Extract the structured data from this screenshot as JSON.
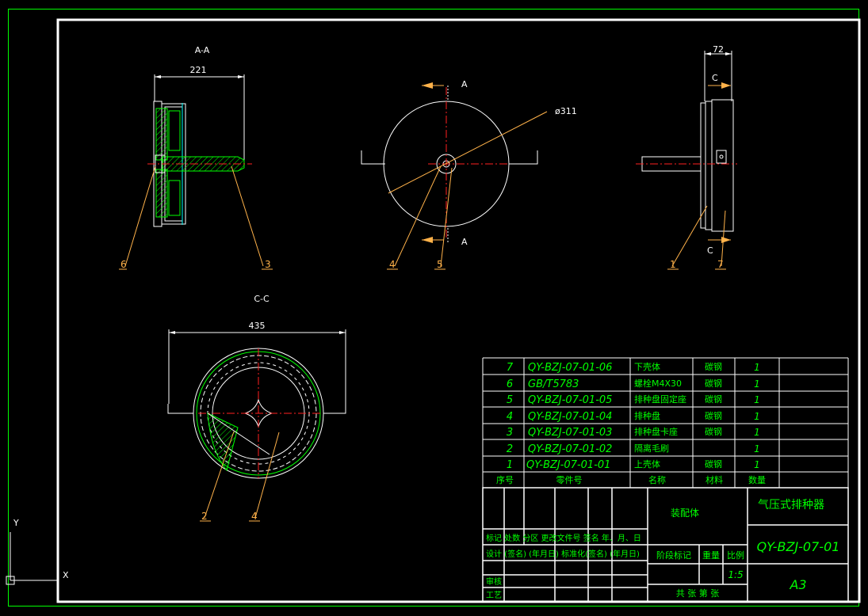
{
  "views": {
    "section_aa": "A-A",
    "section_cc": "C-C",
    "cut_a_top": "A",
    "cut_a_bottom": "A",
    "cut_c_top": "C",
    "cut_c_bottom": "C"
  },
  "dimensions": {
    "width_221": "221",
    "diameter_311": "ø311",
    "width_72": "72",
    "width_435": "435"
  },
  "balloons": {
    "b6": "6",
    "b3": "3",
    "b4_top": "4",
    "b5": "5",
    "b1": "1",
    "b7": "7",
    "b2": "2",
    "b4_bottom": "4"
  },
  "parts": [
    {
      "no": "7",
      "code": "QY-BZJ-07-01-06",
      "name": "下壳体",
      "material": "碳钢",
      "qty": "1"
    },
    {
      "no": "6",
      "code": "GB/T5783",
      "name": "螺栓M4X30",
      "material": "碳钢",
      "qty": "1"
    },
    {
      "no": "5",
      "code": "QY-BZJ-07-01-05",
      "name": "排种盘固定座",
      "material": "碳钢",
      "qty": "1"
    },
    {
      "no": "4",
      "code": "QY-BZJ-07-01-04",
      "name": "排种盘",
      "material": "碳钢",
      "qty": "1"
    },
    {
      "no": "3",
      "code": "QY-BZJ-07-01-03",
      "name": "排种盘卡座",
      "material": "碳钢",
      "qty": "1"
    },
    {
      "no": "2",
      "code": "QY-BZJ-07-01-02",
      "name": "隔离毛刷",
      "material": "",
      "qty": "1"
    },
    {
      "no": "1",
      "code": "QY-BZJ-07-01-01",
      "name": "上壳体",
      "material": "碳钢",
      "qty": "1"
    }
  ],
  "bom_header": {
    "no": "序号",
    "code": "零件号",
    "name": "名称",
    "material": "材料",
    "qty": "数量"
  },
  "title_block": {
    "assembly": "装配体",
    "product_name": "气压式排种器",
    "drawing_no": "QY-BZJ-07-01",
    "sheet_size": "A3",
    "scale": "1:5",
    "row_labels": "标记  处数   分区   更改文件号 签名  年、月、日",
    "row_design": "设计 (签名) (年月日) 标准化(签名) (年月日)",
    "review": "审核",
    "process": "工艺",
    "stage": "阶段标记",
    "weight": "重量",
    "ratio": "比例",
    "sheets": "共  张  第  张"
  },
  "ucs": {
    "x_axis": "X",
    "y_axis": "Y"
  }
}
